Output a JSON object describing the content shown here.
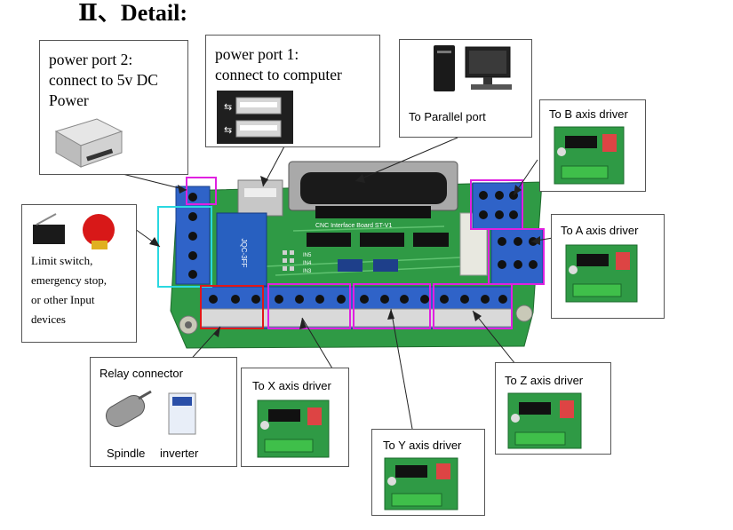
{
  "heading": "Ⅱ、Detail:",
  "callouts": {
    "power2": {
      "line1": "power port 2:",
      "line2": "connect to 5v DC",
      "line3": "Power"
    },
    "power1": {
      "line1": "power port 1:",
      "line2": "connect to computer"
    },
    "parallel": {
      "label": "To Parallel port"
    },
    "b_axis": {
      "label": "To B axis driver"
    },
    "a_axis": {
      "label": "To A axis driver"
    },
    "limit": {
      "line1": "Limit switch,",
      "line2": "emergency stop,",
      "line3": "or other Input",
      "line4": "devices"
    },
    "relay": {
      "title": "Relay connector",
      "spindle": "Spindle",
      "inverter": "inverter"
    },
    "x_axis": {
      "label": "To X axis driver"
    },
    "y_axis": {
      "label": "To Y axis driver"
    },
    "z_axis": {
      "label": "To Z axis driver"
    }
  },
  "board": {
    "title": "CNC Interface Board ST-V1",
    "relay_label": "JQC-3FF",
    "pins": [
      "IN5",
      "IN4",
      "IN3"
    ]
  },
  "colors": {
    "board_green": "#2f9a45",
    "terminal_blue": "#2f63c8",
    "magenta": "#e020e0",
    "cyan": "#2ad8e0",
    "red": "#e01818"
  }
}
